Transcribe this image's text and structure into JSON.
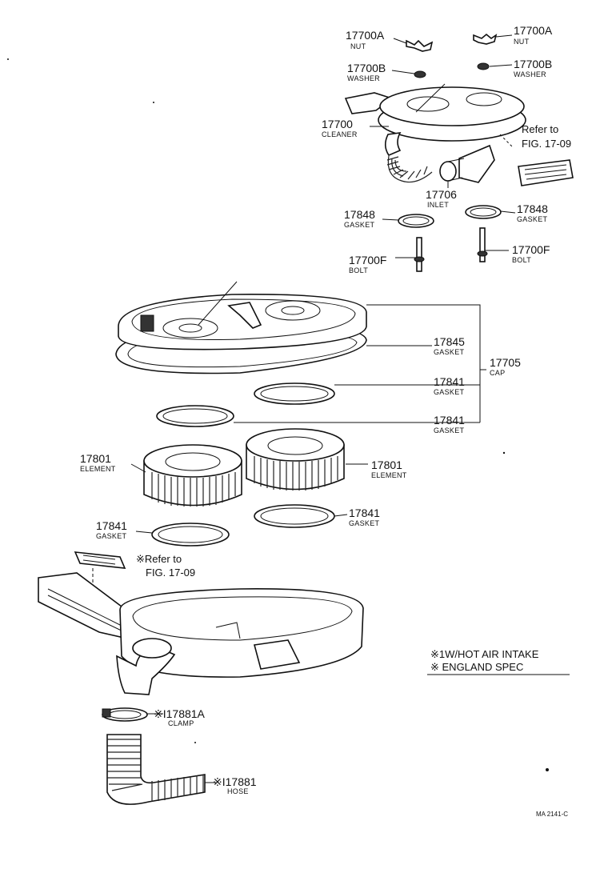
{
  "parts": {
    "nut_left": {
      "number": "17700A",
      "name": "NUT"
    },
    "nut_right": {
      "number": "17700A",
      "name": "NUT"
    },
    "washer_left": {
      "number": "17700B",
      "name": "WASHER"
    },
    "washer_right": {
      "number": "17700B",
      "name": "WASHER"
    },
    "cleaner": {
      "number": "17700",
      "name": "CLEANER"
    },
    "inlet": {
      "number": "17706",
      "name": "INLET"
    },
    "gasket_848_left": {
      "number": "17848",
      "name": "GASKET"
    },
    "gasket_848_right": {
      "number": "17848",
      "name": "GASKET"
    },
    "bolt_left": {
      "number": "17700F",
      "name": "BOLT"
    },
    "bolt_right": {
      "number": "17700F",
      "name": "BOLT"
    },
    "gasket_845": {
      "number": "17845",
      "name": "GASKET"
    },
    "cap": {
      "number": "17705",
      "name": "CAP"
    },
    "gasket_841_a": {
      "number": "17841",
      "name": "GASKET"
    },
    "gasket_841_b": {
      "number": "17841",
      "name": "GASKET"
    },
    "element_left": {
      "number": "17801",
      "name": "ELEMENT"
    },
    "element_right": {
      "number": "17801",
      "name": "ELEMENT"
    },
    "gasket_841_c": {
      "number": "17841",
      "name": "GASKET"
    },
    "gasket_841_d": {
      "number": "17841",
      "name": "GASKET"
    },
    "clamp": {
      "number": "※I17881A",
      "name": "CLAMP"
    },
    "hose": {
      "number": "※I17881",
      "name": "HOSE"
    }
  },
  "refs": {
    "upper_line1": "Refer to",
    "upper_line2": "FIG. 17-09",
    "lower_line1": "※Refer to",
    "lower_line2": "FIG. 17-09"
  },
  "legend": {
    "line1": "※1W/HOT AIR INTAKE",
    "line2": "※  ENGLAND SPEC"
  },
  "drawing_code": "MA 2141-C"
}
